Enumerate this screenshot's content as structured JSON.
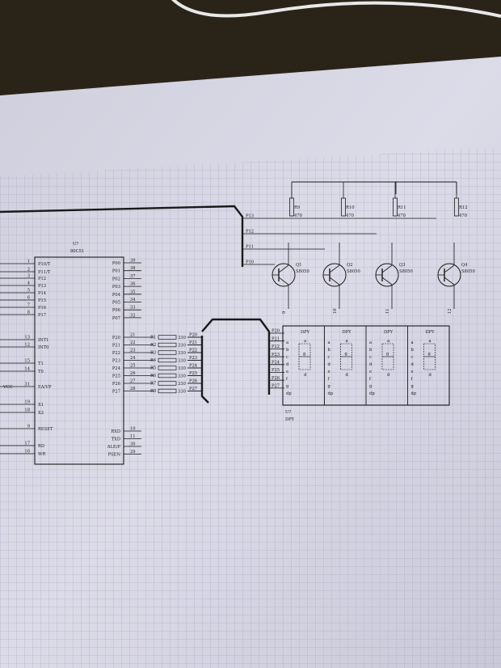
{
  "chip": {
    "ref": "U?",
    "part": "80C51",
    "left_pins": [
      {
        "num": "1",
        "name": "P10/T"
      },
      {
        "num": "2",
        "name": "P11/T"
      },
      {
        "num": "3",
        "name": "P12"
      },
      {
        "num": "4",
        "name": "P13"
      },
      {
        "num": "5",
        "name": "P14"
      },
      {
        "num": "6",
        "name": "P15"
      },
      {
        "num": "7",
        "name": "P16"
      },
      {
        "num": "8",
        "name": "P17"
      },
      {
        "num": "13",
        "name": "INT1"
      },
      {
        "num": "12",
        "name": "INT0"
      },
      {
        "num": "15",
        "name": "T1"
      },
      {
        "num": "14",
        "name": "T0"
      },
      {
        "num": "31",
        "name": "EA/VP"
      },
      {
        "num": "19",
        "name": "X1"
      },
      {
        "num": "18",
        "name": "X2"
      },
      {
        "num": "9",
        "name": "RESET"
      },
      {
        "num": "17",
        "name": "RD"
      },
      {
        "num": "16",
        "name": "WR"
      }
    ],
    "right_pins_p0": [
      {
        "num": "39",
        "name": "P00"
      },
      {
        "num": "38",
        "name": "P01"
      },
      {
        "num": "37",
        "name": "P02"
      },
      {
        "num": "36",
        "name": "P03"
      },
      {
        "num": "35",
        "name": "P04"
      },
      {
        "num": "34",
        "name": "P05"
      },
      {
        "num": "33",
        "name": "P06"
      },
      {
        "num": "32",
        "name": "P07"
      }
    ],
    "right_pins_p2": [
      {
        "num": "21",
        "name": "P20"
      },
      {
        "num": "22",
        "name": "P21"
      },
      {
        "num": "23",
        "name": "P22"
      },
      {
        "num": "24",
        "name": "P23"
      },
      {
        "num": "25",
        "name": "P24"
      },
      {
        "num": "26",
        "name": "P25"
      },
      {
        "num": "27",
        "name": "P26"
      },
      {
        "num": "28",
        "name": "P27"
      }
    ],
    "right_pins_ctrl": [
      {
        "num": "10",
        "name": "RXD"
      },
      {
        "num": "11",
        "name": "TXD"
      },
      {
        "num": "30",
        "name": "ALE/P"
      },
      {
        "num": "29",
        "name": "PSEN"
      }
    ],
    "vcc": "VCC"
  },
  "resistors_series": [
    "R1",
    "R2",
    "R3",
    "R4",
    "R5",
    "R6",
    "R7",
    "R8"
  ],
  "resistor_values_series": [
    "330",
    "330",
    "330",
    "330",
    "330",
    "330",
    "330",
    "330"
  ],
  "p2_net_labels": [
    "P20",
    "P21",
    "P22",
    "P23",
    "P24",
    "P25",
    "P26",
    "P27"
  ],
  "p1_net_labels": [
    "P13",
    "P12",
    "P11",
    "P10"
  ],
  "pullups": [
    {
      "ref": "R9",
      "value": "470"
    },
    {
      "ref": "R10",
      "value": "470"
    },
    {
      "ref": "R11",
      "value": "470"
    },
    {
      "ref": "R12",
      "value": "470"
    }
  ],
  "transistors": [
    {
      "ref": "Q1",
      "part": "S8050",
      "pin": "9"
    },
    {
      "ref": "Q2",
      "part": "S8050",
      "pin": "10"
    },
    {
      "ref": "Q3",
      "part": "S8050",
      "pin": "11"
    },
    {
      "ref": "Q4",
      "part": "S8050",
      "pin": "12"
    }
  ],
  "display": {
    "ref": "U?",
    "part": "DPY",
    "digit_label": "DPY",
    "segments": [
      "a",
      "b",
      "c",
      "d",
      "e",
      "f",
      "g",
      "dp"
    ]
  },
  "colors": {
    "paper": "#d9d8e6",
    "grid": "#9c9fbf",
    "ink": "#1a1a1a",
    "background": "#2a2418"
  }
}
